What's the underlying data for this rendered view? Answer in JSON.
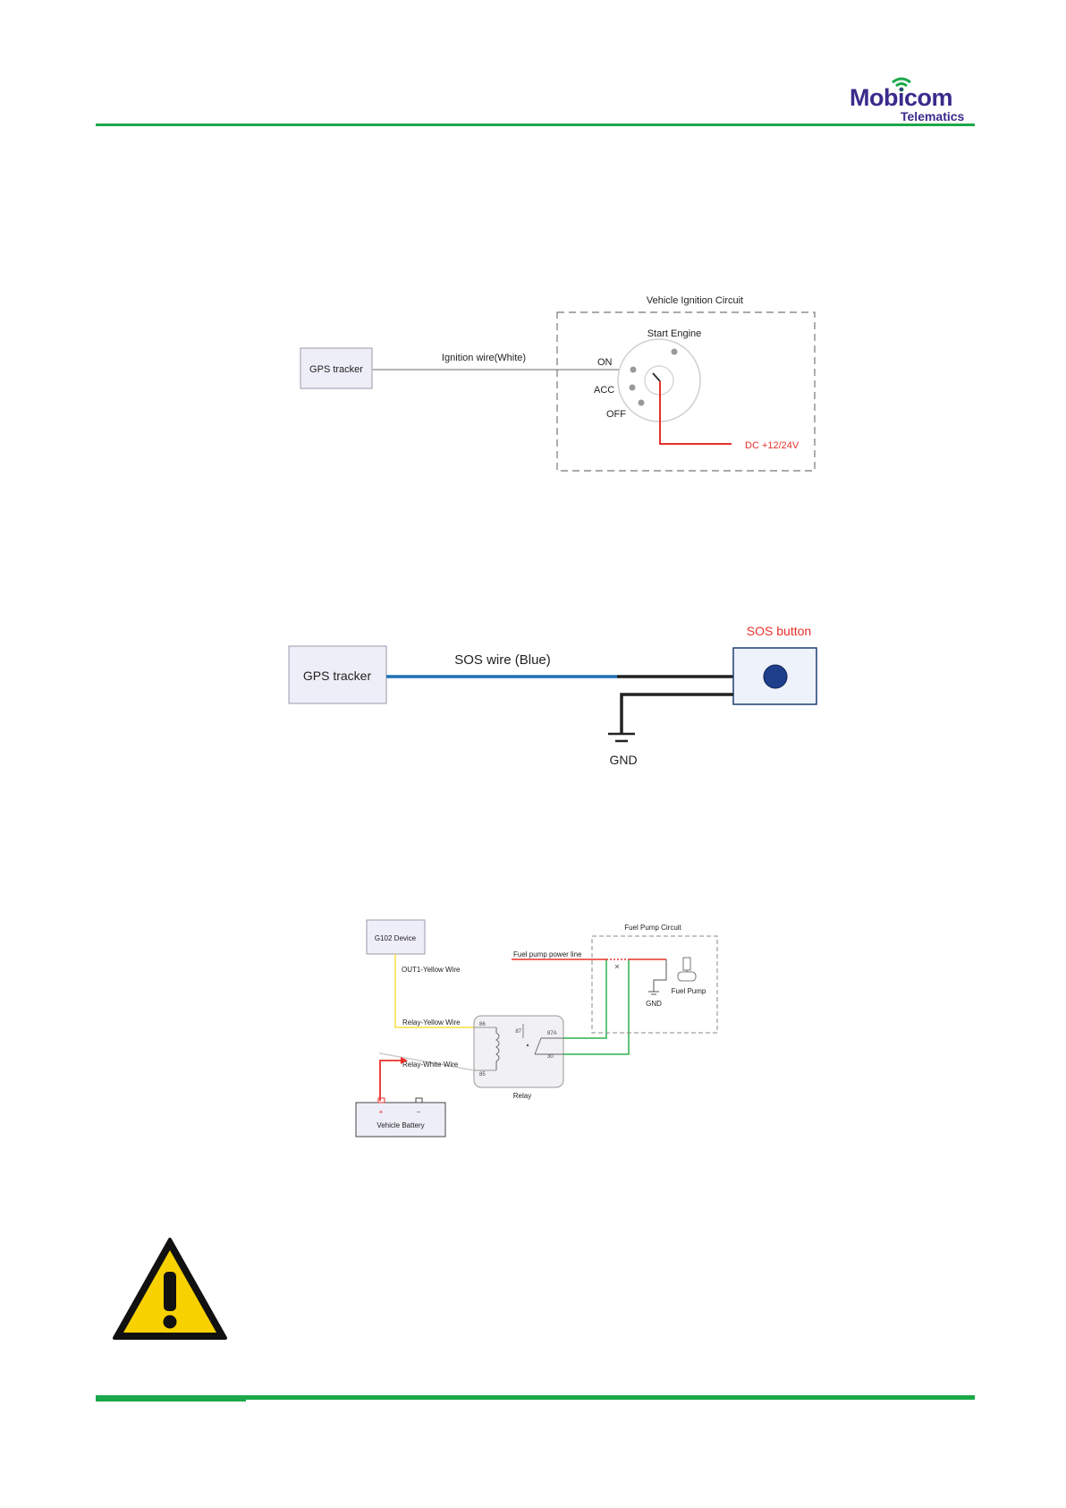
{
  "header": {
    "logo_brand": "Mobicom",
    "logo_sub": "Telematics",
    "accent_color": "#1aa84a",
    "brand_color": "#3b2a8c"
  },
  "ignition_diagram": {
    "tracker_label": "GPS tracker",
    "wire_label": "Ignition wire(White)",
    "circuit_label": "Vehicle Ignition Circuit",
    "start_label": "Start Engine",
    "on_label": "ON",
    "acc_label": "ACC",
    "off_label": "OFF",
    "dc_label": "DC +12/24V"
  },
  "sos_diagram": {
    "tracker_label": "GPS tracker",
    "wire_label": "SOS wire (Blue)",
    "button_label": "SOS button",
    "gnd_label": "GND"
  },
  "relay_diagram": {
    "device_label": "G102 Device",
    "out1_label": "OUT1-Yellow Wire",
    "relay_yellow_label": "Relay-Yellow Wire",
    "relay_white_label": "Relay-White Wire",
    "relay_label": "Relay",
    "battery_label": "Vehicle Battery",
    "battery_plus": "+",
    "battery_minus": "−",
    "fuel_circuit_label": "Fuel Pump Circuit",
    "fuel_line_label": "Fuel  pump power line",
    "gnd_label": "GND",
    "fuel_pump_label": "Fuel Pump",
    "pin_86": "86",
    "pin_85": "85",
    "pin_87": "87",
    "pin_87a": "87A",
    "pin_30": "30"
  },
  "warning": {
    "icon": "warning-triangle-icon"
  }
}
